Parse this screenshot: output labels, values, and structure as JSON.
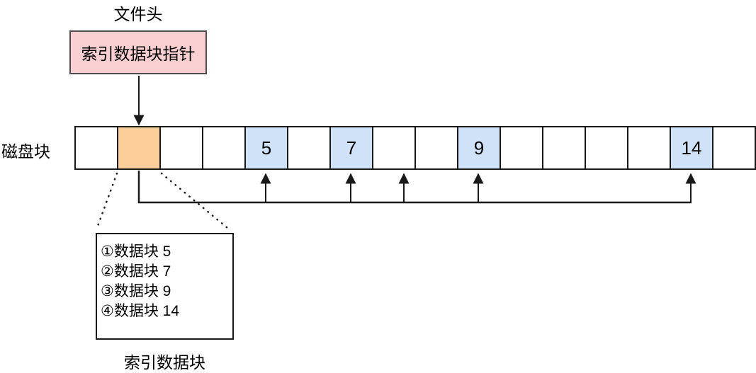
{
  "diagram": {
    "file_header_label": "文件头",
    "pointer_box_label": "索引数据块指针",
    "disk_row_label": "磁盘块",
    "index_block_label": "索引数据块",
    "index_entries": [
      {
        "text": "①数据块 5"
      },
      {
        "text": "②数据块 7"
      },
      {
        "text": "③数据块 9"
      },
      {
        "text": "④数据块 14"
      }
    ],
    "disk_blocks": [
      {
        "label": "",
        "fill": "white"
      },
      {
        "label": "",
        "fill": "orange"
      },
      {
        "label": "",
        "fill": "white"
      },
      {
        "label": "",
        "fill": "white"
      },
      {
        "label": "5",
        "fill": "blue"
      },
      {
        "label": "",
        "fill": "white"
      },
      {
        "label": "7",
        "fill": "blue"
      },
      {
        "label": "",
        "fill": "white"
      },
      {
        "label": "",
        "fill": "white"
      },
      {
        "label": "9",
        "fill": "blue"
      },
      {
        "label": "",
        "fill": "white"
      },
      {
        "label": "",
        "fill": "white"
      },
      {
        "label": "",
        "fill": "white"
      },
      {
        "label": "",
        "fill": "white"
      },
      {
        "label": "14",
        "fill": "blue"
      },
      {
        "label": "",
        "fill": "white"
      }
    ],
    "colors": {
      "pink_fill": "#f9cfd1",
      "pink_border": "#4d4d4d",
      "orange_fill": "#fcce99",
      "blue_fill": "#cfe2f7",
      "line": "#1a1a1a"
    }
  }
}
